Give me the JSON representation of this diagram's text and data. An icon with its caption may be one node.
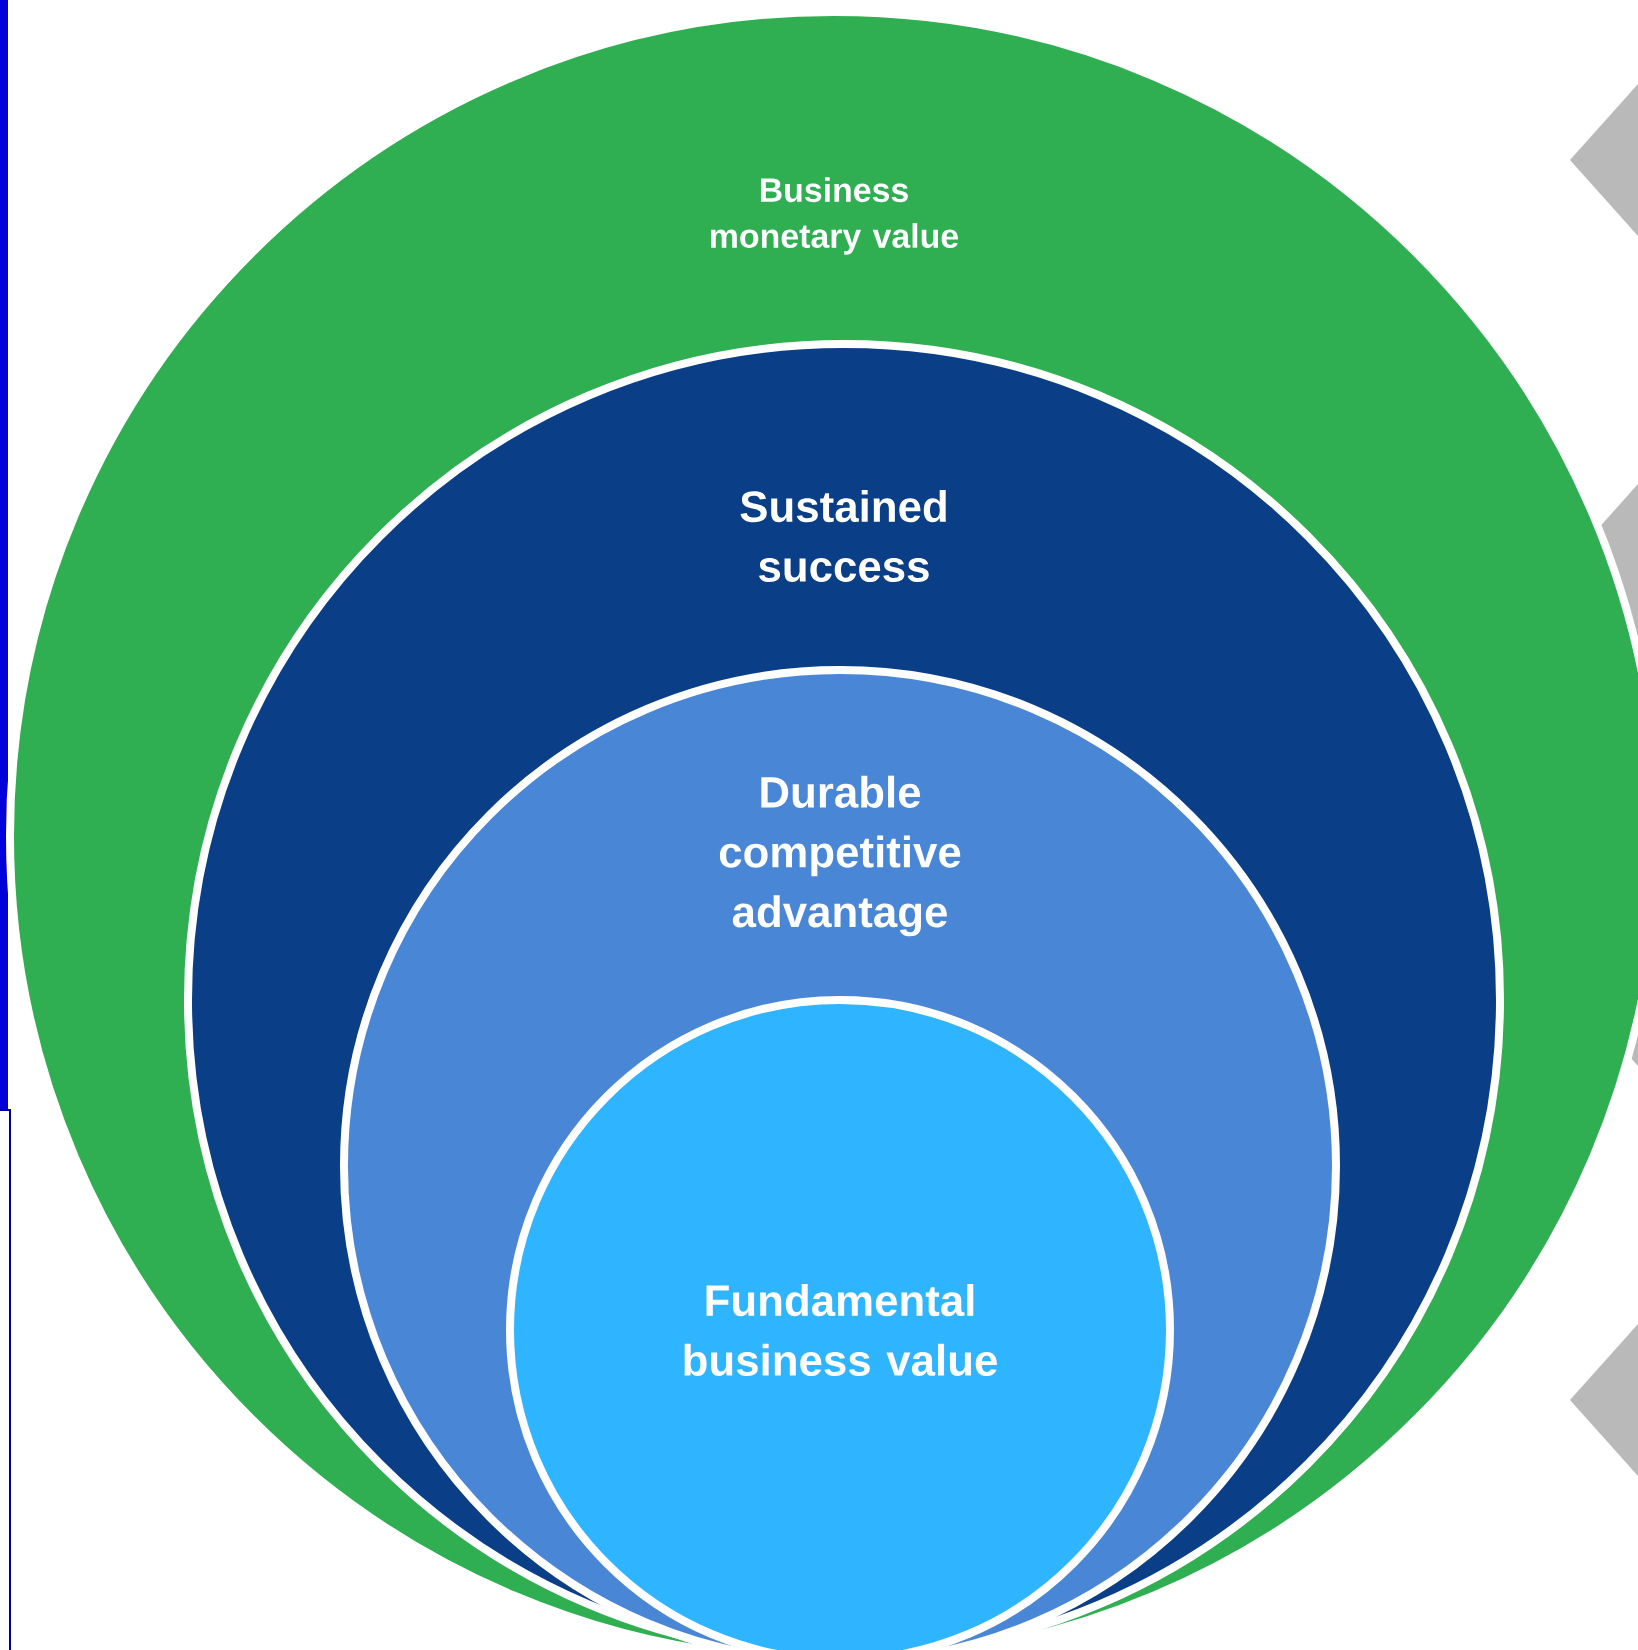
{
  "diagram": {
    "nodes": [
      {
        "text": [
          "Business monetary value"
        ]
      },
      {
        "text": [
          "Sustained success"
        ],
        "in": 0
      },
      {
        "text": [
          "Durable competitive advantage"
        ],
        "in": 1
      },
      {
        "text": [
          "Fundamental business value"
        ],
        "in": 2
      }
    ]
  }
}
